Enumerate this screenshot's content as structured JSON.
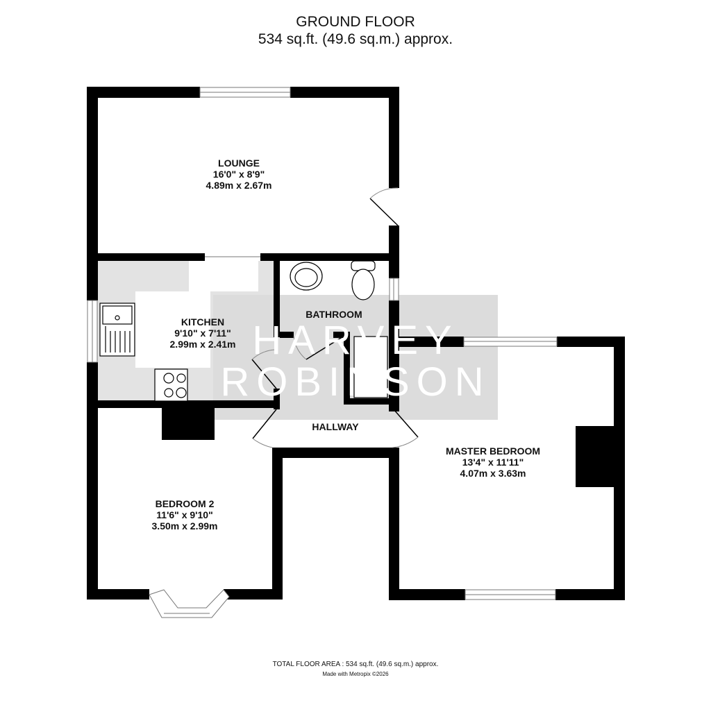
{
  "header": {
    "floor_name": "GROUND FLOOR",
    "floor_area": "534 sq.ft. (49.6 sq.m.) approx."
  },
  "watermark": {
    "line1": "HARVEY",
    "line2": "ROBINSON"
  },
  "rooms": [
    {
      "name": "LOUNGE",
      "imperial": "16'0\"  x 8'9\"",
      "metric": "4.89m  x 2.67m"
    },
    {
      "name": "KITCHEN",
      "imperial": "9'10\"  x 7'11\"",
      "metric": "2.99m  x 2.41m"
    },
    {
      "name": "BATHROOM"
    },
    {
      "name": "HALLWAY"
    },
    {
      "name": "MASTER BEDROOM",
      "imperial": "13'4\"  x 11'11\"",
      "metric": "4.07m  x 3.63m"
    },
    {
      "name": "BEDROOM 2",
      "imperial": "11'6\"  x 9'10\"",
      "metric": "3.50m  x 2.99m"
    }
  ],
  "footer": {
    "total_area": "TOTAL FLOOR AREA : 534 sq.ft. (49.6 sq.m.) approx.",
    "credit": "Made with Metropix ©2026"
  },
  "colors": {
    "wall": "#000000",
    "kitchen_floor": "#e3e3e3",
    "watermark_box": "#dcdcdc"
  }
}
